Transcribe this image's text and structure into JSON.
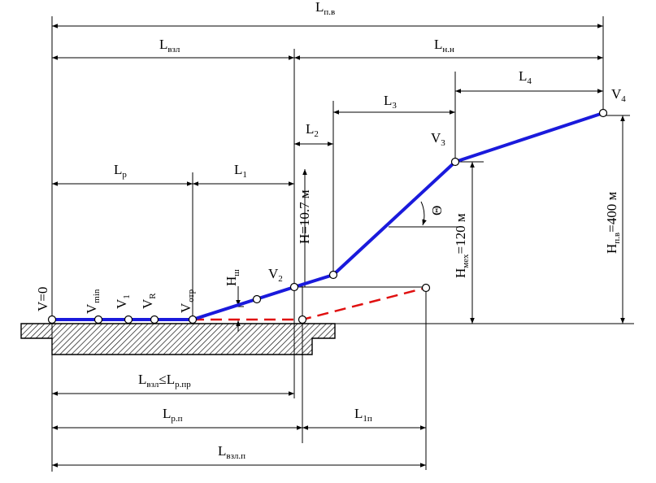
{
  "labels": {
    "l_pv": "L",
    "l_pv_sub": "п.в",
    "l_vzl": "L",
    "l_vzl_sub": "взл",
    "l_nn": "L",
    "l_nn_sub": "н.н",
    "l4": "L",
    "l4_sub": "4",
    "l3": "L",
    "l3_sub": "3",
    "l2": "L",
    "l2_sub": "2",
    "lp": "L",
    "lp_sub": "p",
    "l1": "L",
    "l1_sub": "1",
    "v4": "V",
    "v4_sub": "4",
    "v3": "V",
    "v3_sub": "3",
    "v2": "V",
    "v2_sub": "2",
    "v0": "V=0",
    "vmin": "V",
    "vmin_sub": "min",
    "v1": "V",
    "v1_sub": "1",
    "vr": "V",
    "vr_sub": "R",
    "votr": "V",
    "votr_sub": "отр",
    "h_sh": "H",
    "h_sh_sub": "ш",
    "h_10": "H=10.7 м",
    "h_mex_a": "H",
    "h_mex_sub": "мех",
    "h_mex_b": "=120 м",
    "h_pv_a": "H",
    "h_pv_sub": "п.в",
    "h_pv_b": "=400 м",
    "theta": "Θ",
    "lvzl_cond_a": "L",
    "lvzl_cond_sub1": "взл",
    "lvzl_cond_mid": "≤L",
    "lvzl_cond_sub2": "p.пр",
    "l_rp": "L",
    "l_rp_sub": "p.п",
    "l_1p": "L",
    "l_1p_sub": "1п",
    "l_vzlp": "L",
    "l_vzlp_sub": "взл.п"
  },
  "colors": {
    "flight_path": "#1a1adc",
    "aborted_path": "#e01010"
  }
}
